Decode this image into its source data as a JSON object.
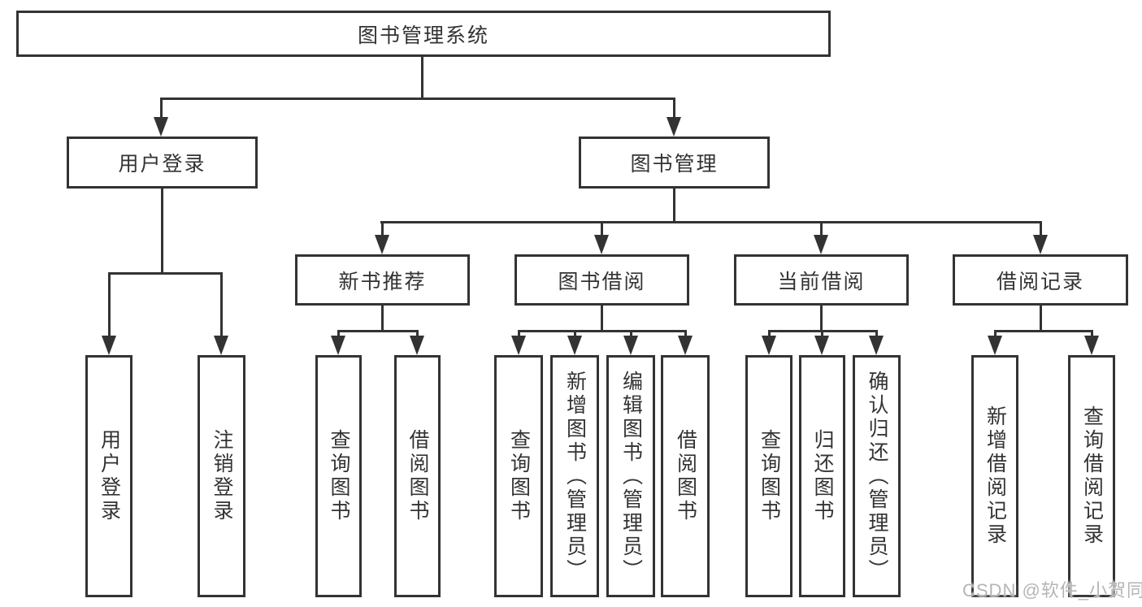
{
  "diagram": {
    "root": {
      "label": "图书管理系统",
      "children": [
        {
          "label": "用户登录",
          "children": [
            {
              "label": "用户登录"
            },
            {
              "label": "注销登录"
            }
          ]
        },
        {
          "label": "图书管理",
          "children": [
            {
              "label": "新书推荐",
              "children": [
                {
                  "label": "查询图书"
                },
                {
                  "label": "借阅图书"
                }
              ]
            },
            {
              "label": "图书借阅",
              "children": [
                {
                  "label": "查询图书"
                },
                {
                  "label": "新增图书（管理员）"
                },
                {
                  "label": "编辑图书（管理员）"
                },
                {
                  "label": "借阅图书"
                }
              ]
            },
            {
              "label": "当前借阅",
              "children": [
                {
                  "label": "查询图书"
                },
                {
                  "label": "归还图书"
                },
                {
                  "label": "确认归还（管理员）"
                }
              ]
            },
            {
              "label": "借阅记录",
              "children": [
                {
                  "label": "新增借阅记录"
                },
                {
                  "label": "查询借阅记录"
                }
              ]
            }
          ]
        }
      ]
    }
  },
  "watermark": {
    "text": "CSDN @软件_小贺同学"
  },
  "colors": {
    "line": "#333333",
    "text": "#333333",
    "watermark": "#b5b5b5",
    "background": "#ffffff"
  }
}
